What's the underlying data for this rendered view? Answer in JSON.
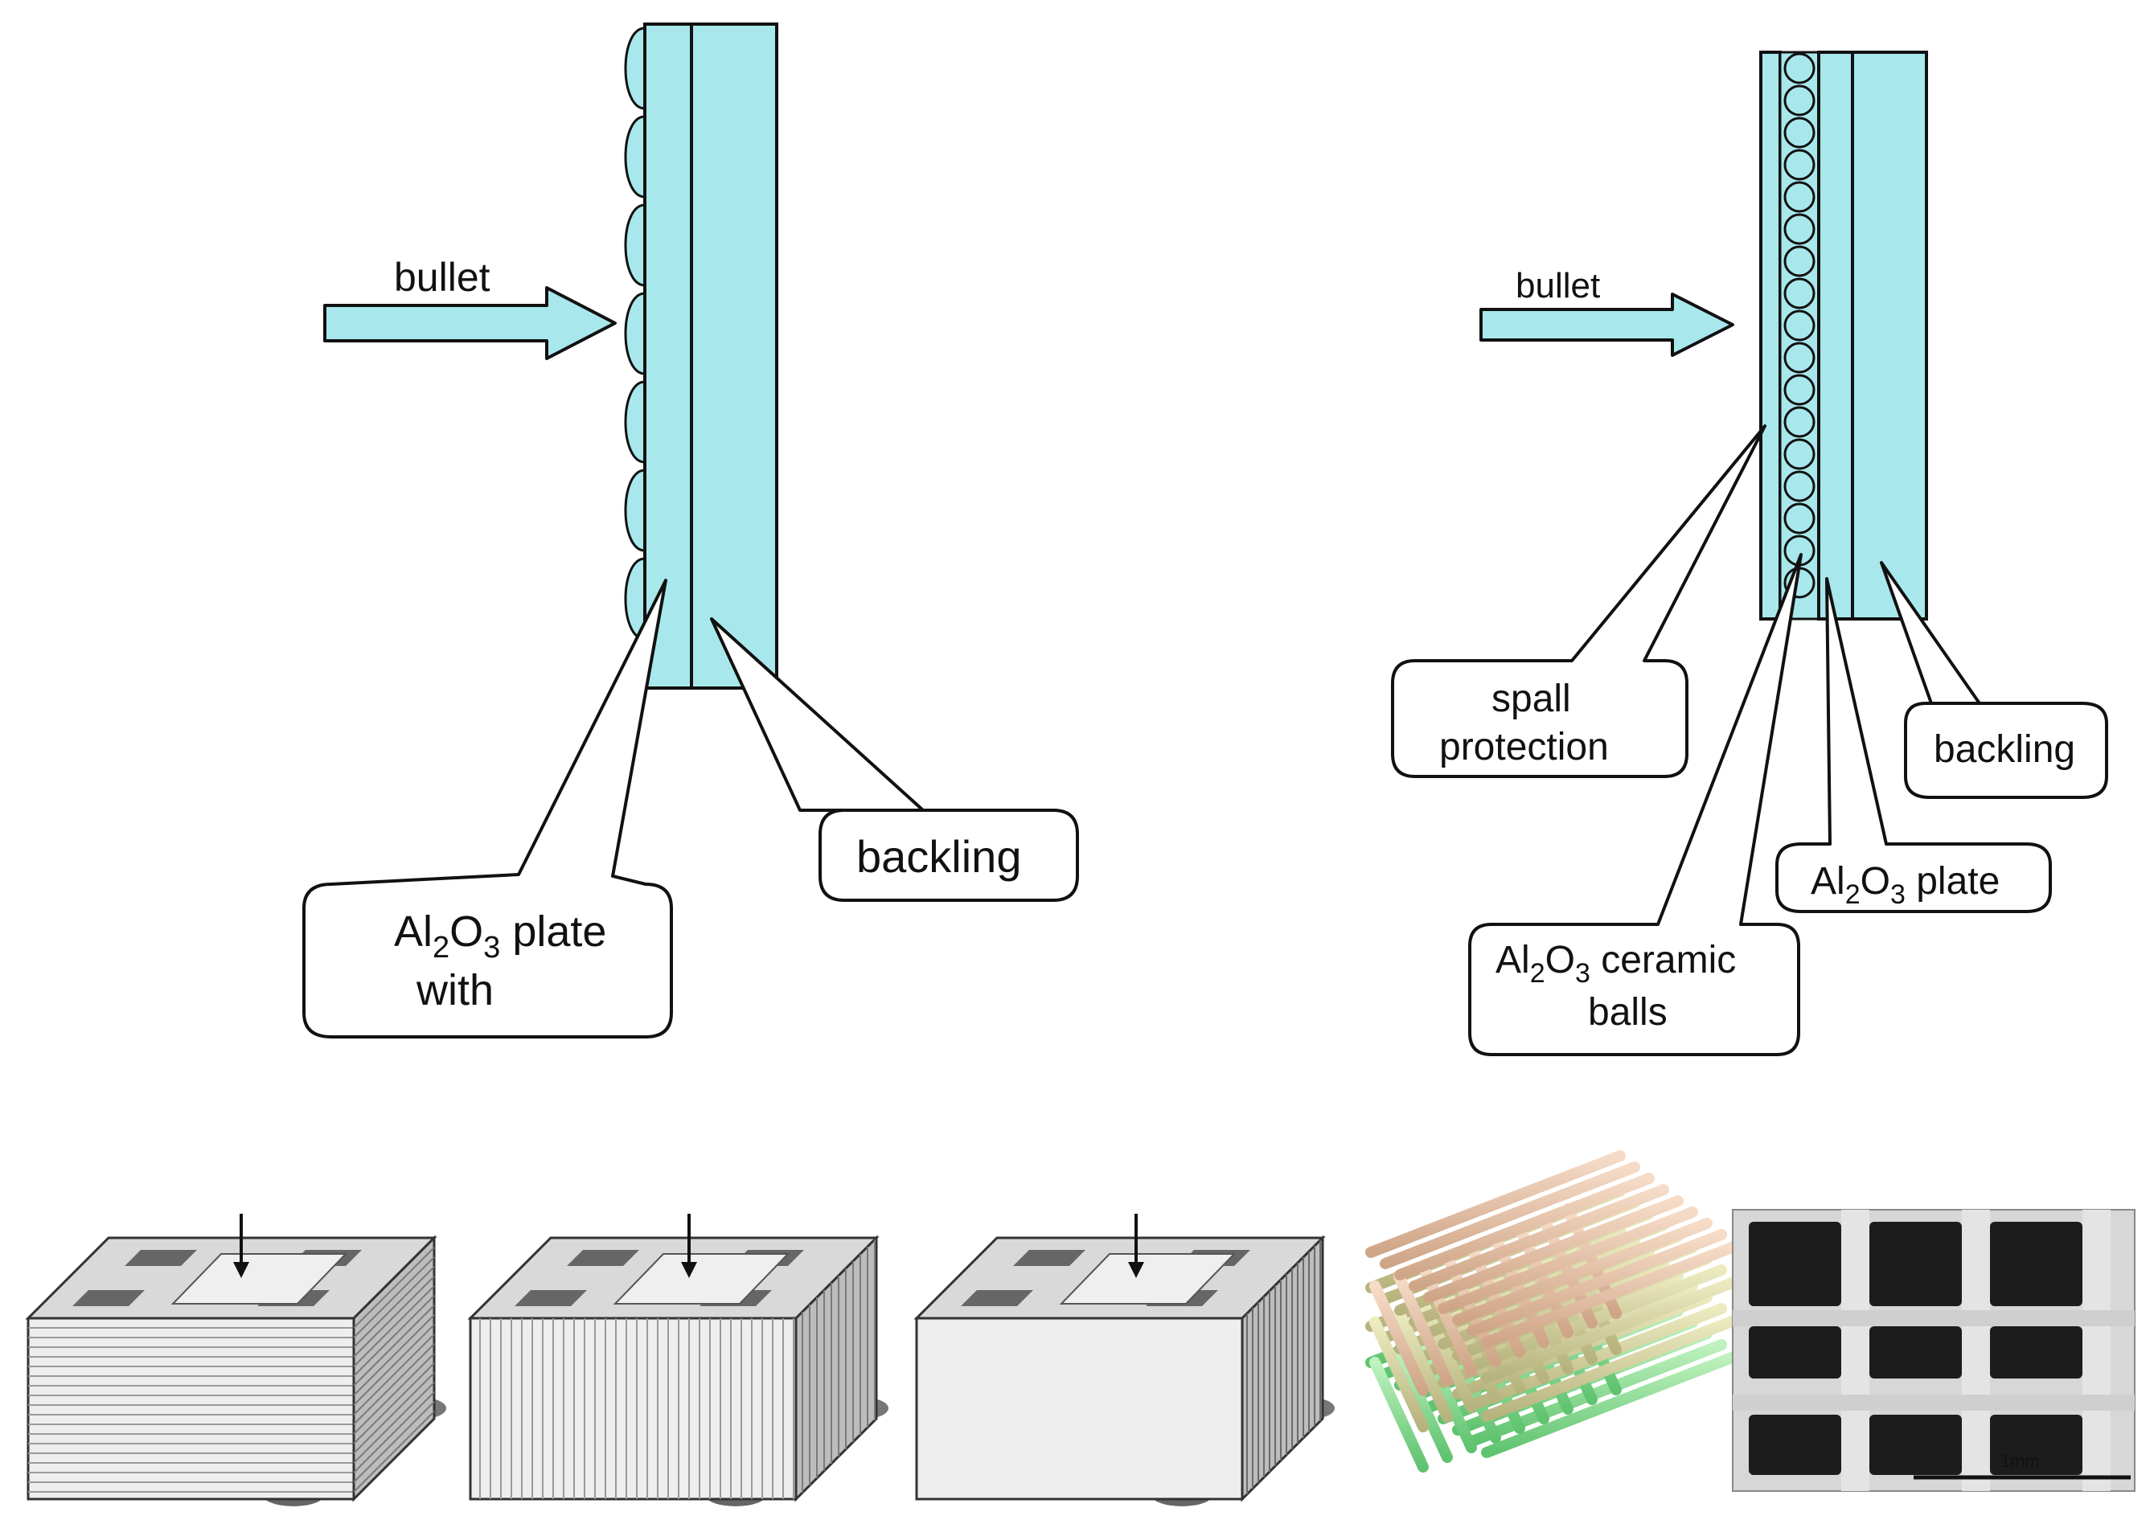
{
  "left_diagram": {
    "arrow_label": "bullet",
    "plate_label": {
      "line1_pre": "Al",
      "sub1": "2",
      "mid": "O",
      "sub2": "3",
      "line1_post": " plate",
      "line2": "with"
    },
    "backing_label": "backling"
  },
  "right_diagram": {
    "arrow_label": "bullet",
    "spall_label": {
      "line1": "spall",
      "line2": "protection"
    },
    "backing_label": "backling",
    "plate_label": {
      "pre": "Al",
      "sub1": "2",
      "mid": "O",
      "sub2": "3",
      "post": " plate"
    },
    "balls_label": {
      "pre": "Al",
      "sub1": "2",
      "mid": "O",
      "sub2": "3",
      "post": " ceramic",
      "line2": "balls"
    }
  },
  "bottom_row": {
    "scale_bar_label": "1mm"
  },
  "colors": {
    "ceramic": "#a8e8ec",
    "outline": "#111111",
    "rod_top": "#e8c3a8",
    "rod_mid": "#d9d5a4",
    "rod_bottom": "#8fd98f"
  }
}
